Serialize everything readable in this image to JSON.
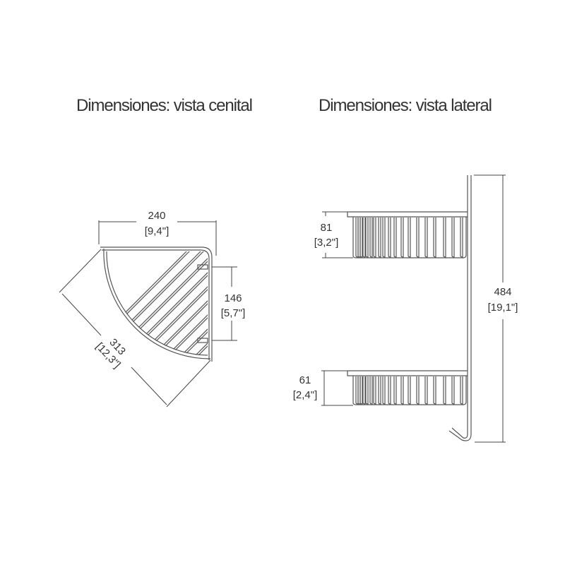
{
  "titles": {
    "top_view": "Dimensiones: vista cenital",
    "side_view": "Dimensiones: vista lateral"
  },
  "top_view": {
    "width": {
      "mm": "240",
      "in": "[9,4\"]"
    },
    "mount_spacing": {
      "mm": "146",
      "in": "[5,7\"]"
    },
    "diagonal": {
      "mm": "313",
      "in": "[12,3\"]"
    }
  },
  "side_view": {
    "upper_basket_height": {
      "mm": "81",
      "in": "[3,2\"]"
    },
    "lower_basket_height": {
      "mm": "61",
      "in": "[2,4\"]"
    },
    "total_height": {
      "mm": "484",
      "in": "[19,1\"]"
    }
  }
}
